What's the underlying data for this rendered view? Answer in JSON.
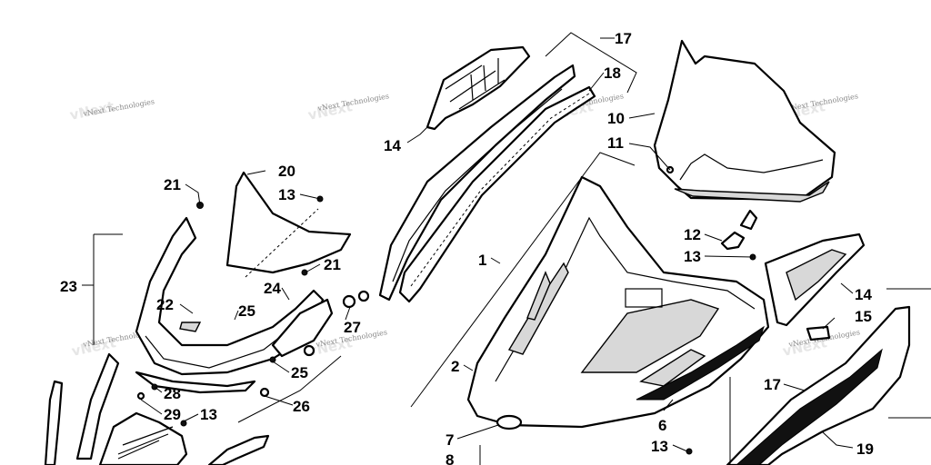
{
  "watermark": "vNext Technologies",
  "callouts": {
    "c1": "1",
    "c2": "2",
    "c6": "6",
    "c7": "7",
    "c8": "8",
    "c10": "10",
    "c11": "11",
    "c12": "12",
    "c13a": "13",
    "c13b": "13",
    "c13c": "13",
    "c13d": "13",
    "c14a": "14",
    "c14b": "14",
    "c15": "15",
    "c17a": "17",
    "c17b": "17",
    "c18": "18",
    "c19": "19",
    "c20": "20",
    "c21a": "21",
    "c21b": "21",
    "c22": "22",
    "c23": "23",
    "c24": "24",
    "c25a": "25",
    "c25b": "25",
    "c26": "26",
    "c27": "27",
    "c28": "28",
    "c29": "29"
  }
}
